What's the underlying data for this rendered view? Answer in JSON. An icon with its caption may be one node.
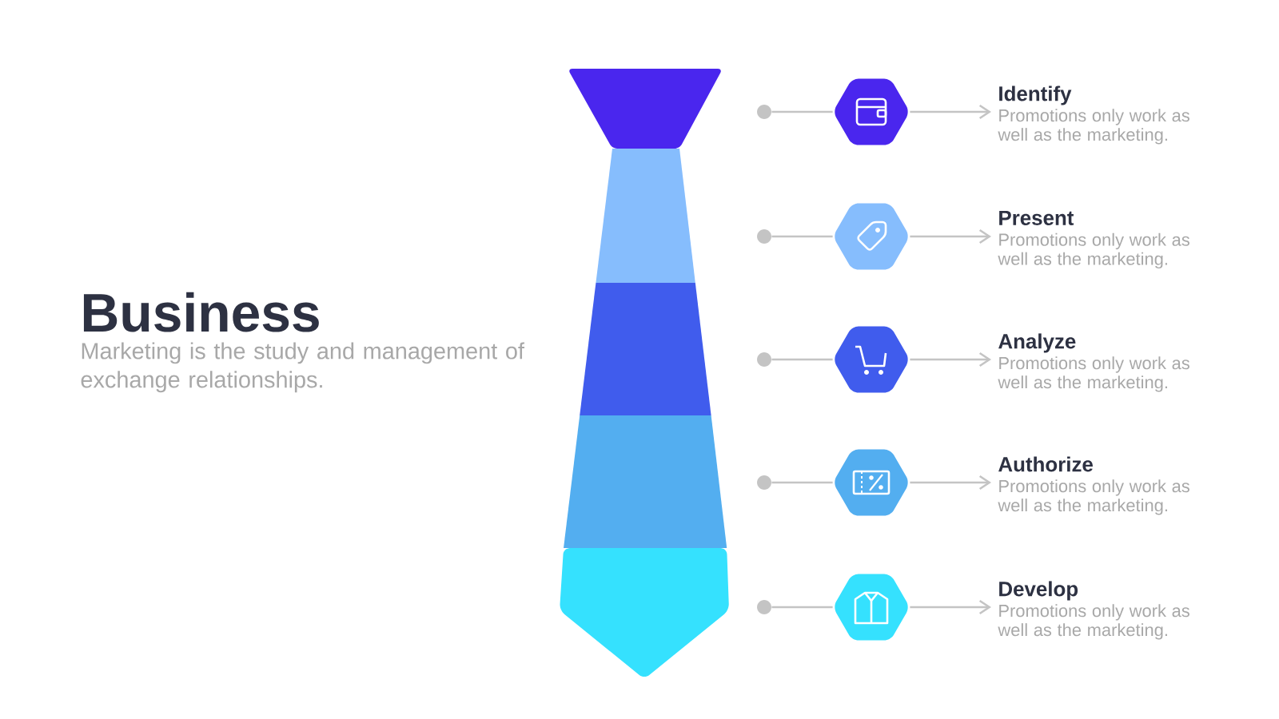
{
  "diagram": {
    "title": "Business",
    "nodes": [
      {
        "text": [],
        "shape": "circle"
      },
      {
        "text": [],
        "shape": "hexagon"
      },
      {
        "text": [
          "Identify",
          "Promotions only work as well as the marketing."
        ]
      },
      {
        "text": [],
        "shape": "circle"
      },
      {
        "text": [],
        "shape": "hexagon"
      },
      {
        "text": [
          "Present",
          "Promotions only work as well as the marketing."
        ]
      },
      {
        "text": [],
        "shape": "circle"
      },
      {
        "text": [],
        "shape": "hexagon"
      },
      {
        "text": [
          "Analyze",
          "Promotions only work as well as the marketing."
        ]
      },
      {
        "text": [],
        "shape": "circle"
      },
      {
        "text": [],
        "shape": "hexagon"
      },
      {
        "text": [
          "Authorize",
          "Promotions only work as well as the marketing."
        ]
      },
      {
        "text": [],
        "shape": "circle"
      },
      {
        "text": [],
        "shape": "hexagon"
      },
      {
        "text": [
          "Develop",
          "Promotions only work as well as the marketing."
        ]
      }
    ],
    "edges": [
      {
        "from": 0,
        "to": 1,
        "arrow": "none"
      },
      {
        "from": 1,
        "to": 2,
        "arrow": "to"
      },
      {
        "from": 3,
        "to": 4,
        "arrow": "none"
      },
      {
        "from": 4,
        "to": 5,
        "arrow": "to"
      },
      {
        "from": 6,
        "to": 7,
        "arrow": "none"
      },
      {
        "from": 7,
        "to": 8,
        "arrow": "to"
      },
      {
        "from": 9,
        "to": 10,
        "arrow": "none"
      },
      {
        "from": 10,
        "to": 11,
        "arrow": "to"
      },
      {
        "from": 12,
        "to": 13,
        "arrow": "none"
      },
      {
        "from": 13,
        "to": 14,
        "arrow": "to"
      }
    ],
    "labels": [
      "Marketing is the study and management of exchange relationships."
    ]
  }
}
